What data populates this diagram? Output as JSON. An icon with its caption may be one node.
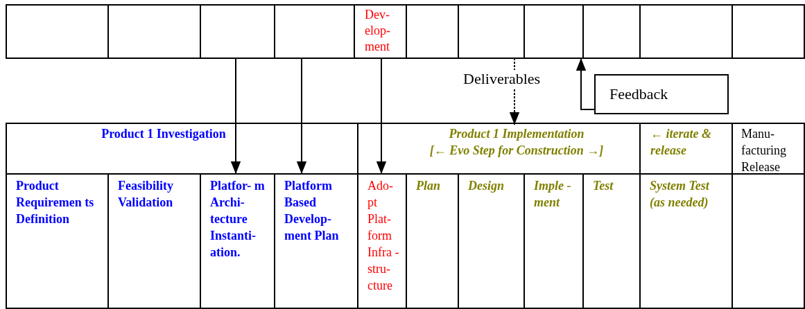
{
  "diagram": {
    "nodes": [
      {
        "text": [],
        "shape": "box"
      },
      {
        "text": [],
        "shape": "box"
      },
      {
        "text": [],
        "shape": "box"
      },
      {
        "text": [],
        "shape": "box"
      },
      {
        "text": [
          "Dev- elop- ment"
        ]
      },
      {
        "text": [],
        "shape": "box"
      },
      {
        "text": [],
        "shape": "box"
      },
      {
        "text": [],
        "shape": "box"
      },
      {
        "text": [],
        "shape": "box"
      },
      {
        "text": [],
        "shape": "box"
      },
      {
        "text": [],
        "shape": "box"
      },
      {
        "text": [
          "Feedback"
        ]
      },
      {
        "text": [
          "Product 1 Investigation"
        ]
      },
      {
        "text": [
          "Product 1 Implementation",
          "[← Evo Step for Construction →]"
        ]
      },
      {
        "text": [
          "← iterate & release"
        ]
      },
      {
        "text": [
          "Manu- facturing Release"
        ]
      },
      {
        "text": [
          "Product Requiremen ts Definition"
        ]
      },
      {
        "text": [
          "Feasibility Validation"
        ]
      },
      {
        "text": [
          "Platfor- m Archi- tecture Instanti- ation."
        ]
      },
      {
        "text": [
          "Platform Based Develop- ment Plan"
        ]
      },
      {
        "text": [
          "Ado- pt Plat- form Infra - stru- cture"
        ]
      },
      {
        "text": [
          "Plan"
        ]
      },
      {
        "text": [
          "Design"
        ]
      },
      {
        "text": [
          "Imple -ment"
        ]
      },
      {
        "text": [
          "Test"
        ]
      },
      {
        "text": [
          "System Test (as needed)"
        ]
      },
      {
        "text": [],
        "shape": "box"
      }
    ],
    "edges": [
      {
        "from": 2,
        "to": 18,
        "arrow": "to"
      },
      {
        "from": 3,
        "to": 19,
        "arrow": "to"
      },
      {
        "from": 4,
        "to": 20,
        "arrow": "to"
      },
      {
        "from": 6,
        "to": 13,
        "arrow": "to",
        "label": "Deliverables",
        "style": "dashed"
      },
      {
        "from": 11,
        "to": 7,
        "arrow": "to"
      }
    ]
  }
}
